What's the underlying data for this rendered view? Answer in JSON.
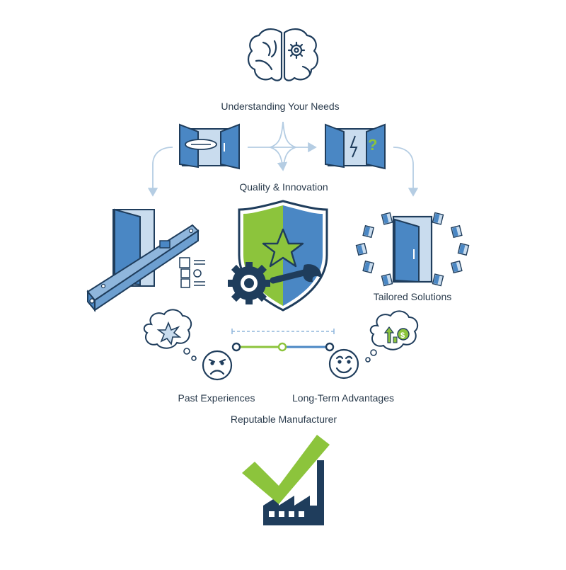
{
  "colors": {
    "navy": "#1f3d5c",
    "blue": "#4a87c4",
    "light_blue": "#8fb6dc",
    "pale_blue": "#c9dcee",
    "green": "#8cc43c",
    "text": "#2a3b4c",
    "arrow": "#b5cde3"
  },
  "labels": {
    "understanding": "Understanding Your Needs",
    "quality": "Quality & Innovation",
    "tailored": "Tailored Solutions",
    "past": "Past Experiences",
    "longterm": "Long-Term Advantages",
    "reputable": "Reputable Manufacturer"
  },
  "icons": {
    "top": "brain-gear-icon",
    "left_door": "open-door-icon",
    "right_door": "door-question-icon",
    "hardware": "door-frame-beam-icon",
    "shield": "shield-star-gear-wrench-icon",
    "tailored": "door-with-mini-doors-icon",
    "thought_left": "frustration-thought-bubble-icon",
    "thought_right": "growth-dollar-thought-bubble-icon",
    "sad": "sad-face-icon",
    "happy": "happy-face-icon",
    "bottom": "factory-checkmark-icon"
  }
}
